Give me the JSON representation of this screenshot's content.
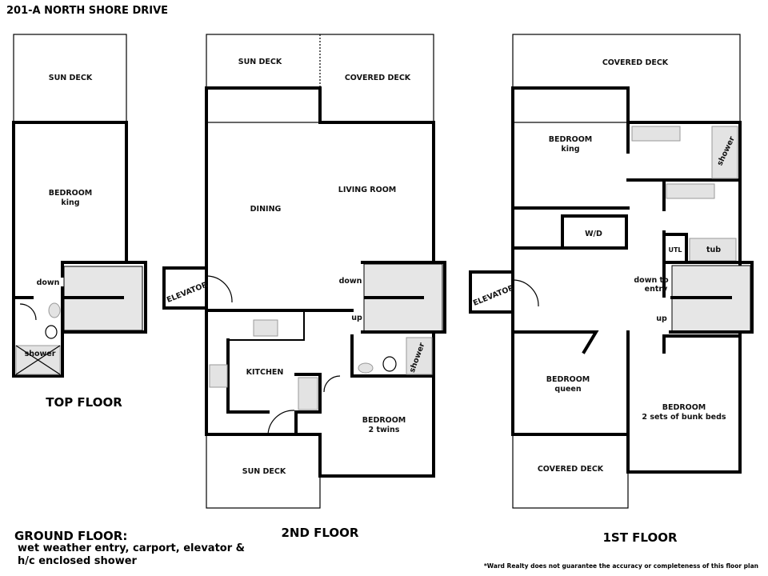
{
  "title": "201-A NORTH SHORE DRIVE",
  "top_floor": {
    "name": "TOP FLOOR",
    "rooms": {
      "sun_deck": "SUN DECK",
      "bedroom": "BEDROOM",
      "bedroom_sub": "king",
      "down": "down",
      "shower": "shower"
    }
  },
  "second_floor": {
    "name": "2ND FLOOR",
    "rooms": {
      "sun_deck_top": "SUN DECK",
      "covered_deck": "COVERED DECK",
      "dining": "DINING",
      "living_room": "LIVING ROOM",
      "elevator": "ELEVATOR",
      "down": "down",
      "up": "up",
      "kitchen": "KITCHEN",
      "shower": "shower",
      "bedroom": "BEDROOM",
      "bedroom_sub": "2 twins",
      "sun_deck_bottom": "SUN DECK"
    }
  },
  "first_floor": {
    "name": "1ST FLOOR",
    "rooms": {
      "covered_deck_top": "COVERED DECK",
      "bedroom_king": "BEDROOM",
      "bedroom_king_sub": "king",
      "shower": "shower",
      "wd": "W/D",
      "utl": "UTL",
      "tub": "tub",
      "elevator": "ELEVATOR",
      "down_to_entry_1": "down to",
      "down_to_entry_2": "entry",
      "up": "up",
      "bedroom_queen": "BEDROOM",
      "bedroom_queen_sub": "queen",
      "bedroom_bunk": "BEDROOM",
      "bedroom_bunk_sub": "2 sets of bunk beds",
      "covered_deck_bottom": "COVERED DECK"
    }
  },
  "ground_floor": {
    "name": "GROUND FLOOR:",
    "line1": "wet weather entry,  carport, elevator &",
    "line2": "h/c enclosed shower"
  },
  "disclaimer": "*Ward Realty does not guarantee the accuracy or completeness of this floor plan"
}
